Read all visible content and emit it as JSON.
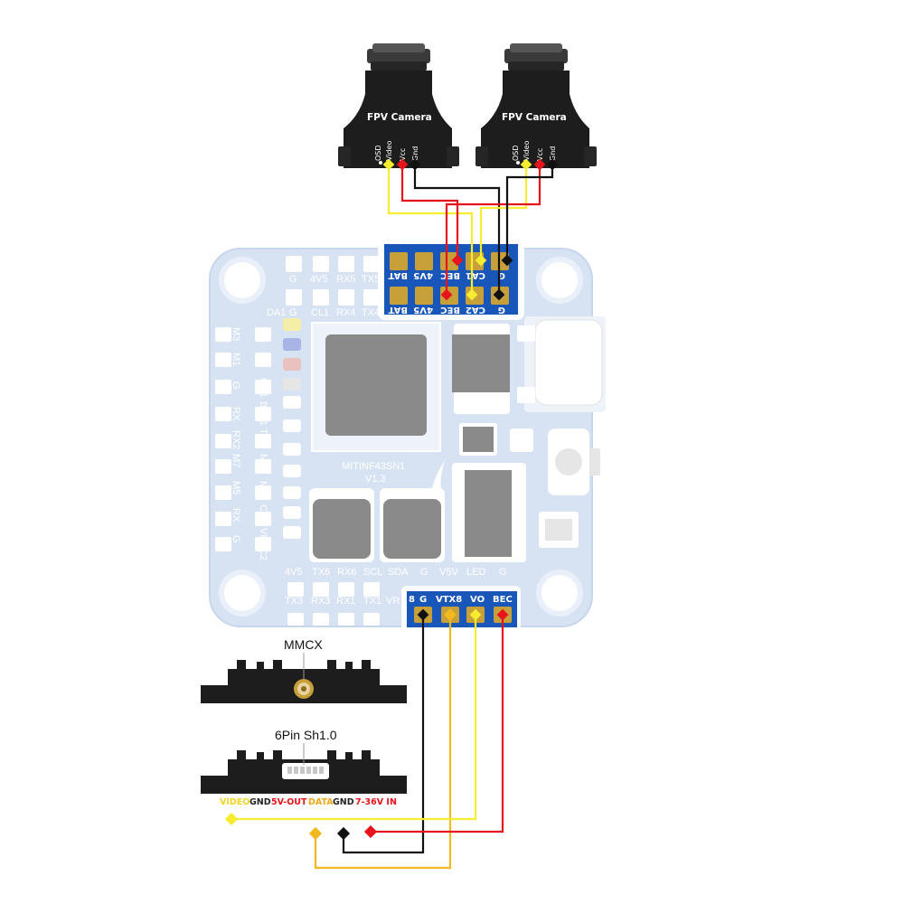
{
  "colors": {
    "board": "#d7e3f3",
    "board_edge": "#c6d6ec",
    "board_pad": "#ffffff",
    "pad_blue": "#1856b9",
    "pad_gold": "#c8a03a",
    "wire_yellow": "#f7ec2e",
    "wire_red": "#e8141b",
    "wire_black": "#111111",
    "wire_orange": "#f2b81e",
    "chip_gray": "#8a8a8a",
    "camera_body": "#1d1d1d"
  },
  "cameras": [
    {
      "title": "FPV Camera",
      "pins": [
        "OSD",
        "Video",
        "Vcc",
        "Gnd"
      ]
    },
    {
      "title": "FPV Camera",
      "pins": [
        "OSD",
        "Video",
        "Vcc",
        "Gnd"
      ]
    }
  ],
  "camera_header": {
    "top_row": [
      "BAT",
      "4V5",
      "BEC",
      "CA1",
      "G"
    ],
    "bottom_row": [
      "BAT",
      "4V5",
      "BEC",
      "CA2",
      "G"
    ]
  },
  "vtx_header": {
    "prefix": "8",
    "pins": [
      "G",
      "VTX8",
      "VO",
      "BEC"
    ]
  },
  "board": {
    "name": "MITINF43SN1",
    "version": "V1.3",
    "top_labels": [
      "G",
      "4V5",
      "RX5",
      "TX5"
    ],
    "top_labels_2": [
      "G",
      "DA1",
      "CL1",
      "RX4",
      "TX4"
    ],
    "left_labels": [
      "M4",
      "M3",
      "M2",
      "M1",
      "CU1",
      "G",
      "BAT1",
      "RX",
      "TX2",
      "RX2",
      "M8",
      "M7",
      "M6",
      "M5",
      "CU2",
      "RX",
      "VESC2",
      "G"
    ],
    "bottom_labels": [
      "4V5",
      "TX6",
      "RX6",
      "SCL",
      "SDA",
      "G",
      "V5V",
      "LED",
      "G"
    ],
    "bottom_labels_2": [
      "TX3",
      "RX3",
      "RX1",
      "TX1",
      "VR"
    ]
  },
  "vtx": {
    "mmcx_label": "MMCX",
    "conn_label": "6Pin Sh1.0",
    "pins": [
      {
        "label": "VIDEO",
        "color": "#f4d321"
      },
      {
        "label": "GND",
        "color": "#222222"
      },
      {
        "label": "5V-OUT",
        "color": "#e8141b"
      },
      {
        "label": "DATA",
        "color": "#f0a81a"
      },
      {
        "label": "GND",
        "color": "#222222"
      },
      {
        "label": "7-36V IN",
        "color": "#e8141b"
      }
    ]
  }
}
